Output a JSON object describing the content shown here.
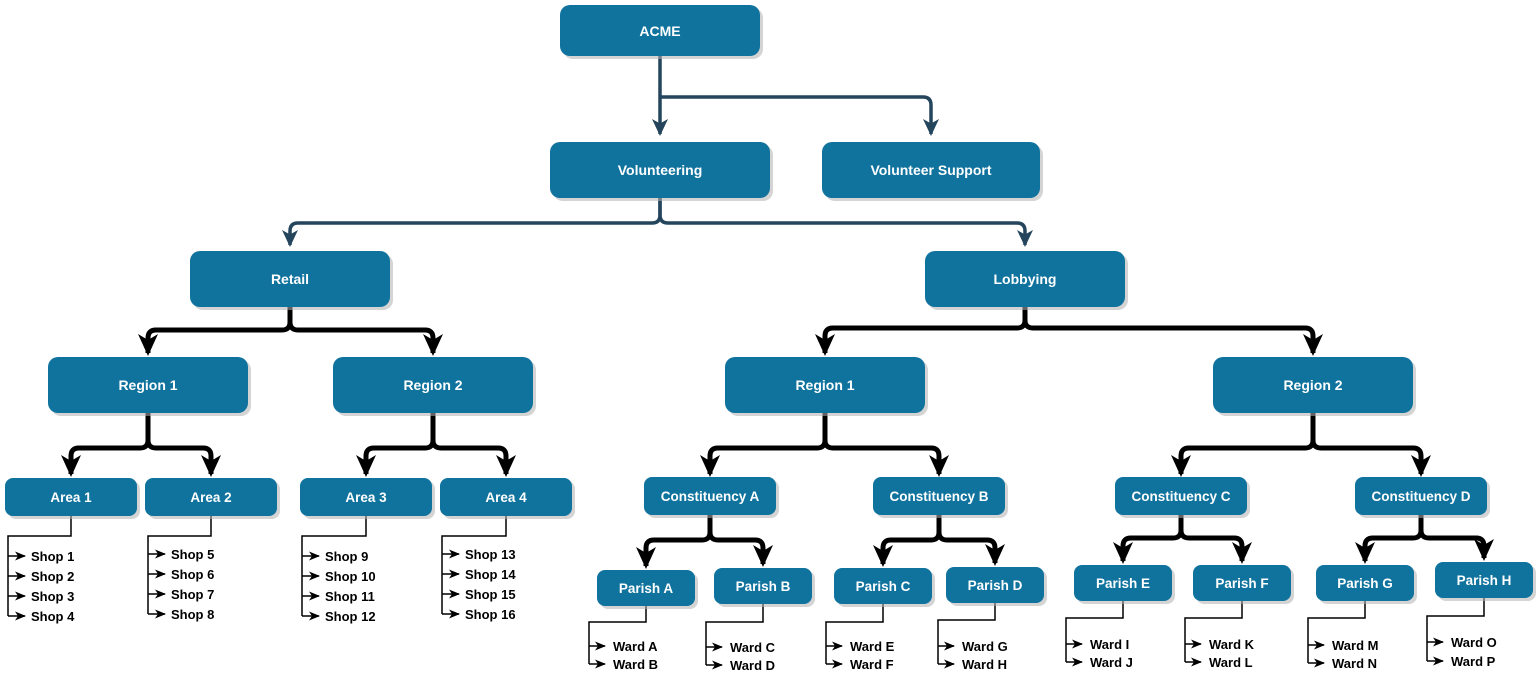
{
  "diagram": {
    "type": "org-chart",
    "background": "#ffffff",
    "colors": {
      "node_fill": "#10739e",
      "node_text": "#ffffff",
      "edge_top_levels": "#24455c",
      "edge_lower_levels": "#000000",
      "leaf_text": "#000000",
      "shadow": "#b0b0b0"
    },
    "nodes": {
      "acme": "ACME",
      "volunteering": "Volunteering",
      "volunteer_support": "Volunteer Support",
      "retail": "Retail",
      "lobbying": "Lobbying",
      "retail_region_1": "Region 1",
      "retail_region_2": "Region 2",
      "lobbying_region_1": "Region 1",
      "lobbying_region_2": "Region 2",
      "area_1": "Area 1",
      "area_2": "Area 2",
      "area_3": "Area 3",
      "area_4": "Area 4",
      "constituency_a": "Constituency A",
      "constituency_b": "Constituency B",
      "constituency_c": "Constituency C",
      "constituency_d": "Constituency D",
      "parish_a": "Parish A",
      "parish_b": "Parish B",
      "parish_c": "Parish C",
      "parish_d": "Parish D",
      "parish_e": "Parish E",
      "parish_f": "Parish F",
      "parish_g": "Parish G",
      "parish_h": "Parish H"
    },
    "leaves": {
      "area_1_shops": [
        "Shop 1",
        "Shop 2",
        "Shop 3",
        "Shop 4"
      ],
      "area_2_shops": [
        "Shop 5",
        "Shop 6",
        "Shop 7",
        "Shop 8"
      ],
      "area_3_shops": [
        "Shop 9",
        "Shop 10",
        "Shop 11",
        "Shop 12"
      ],
      "area_4_shops": [
        "Shop 13",
        "Shop 14",
        "Shop 15",
        "Shop 16"
      ],
      "parish_a_wards": [
        "Ward A",
        "Ward B"
      ],
      "parish_b_wards": [
        "Ward C",
        "Ward D"
      ],
      "parish_c_wards": [
        "Ward E",
        "Ward F"
      ],
      "parish_d_wards": [
        "Ward G",
        "Ward H"
      ],
      "parish_e_wards": [
        "Ward I",
        "Ward J"
      ],
      "parish_f_wards": [
        "Ward K",
        "Ward L"
      ],
      "parish_g_wards": [
        "Ward M",
        "Ward N"
      ],
      "parish_h_wards": [
        "Ward O",
        "Ward P"
      ]
    },
    "edges": [
      [
        "acme",
        "volunteering"
      ],
      [
        "acme",
        "volunteer_support"
      ],
      [
        "volunteering",
        "retail"
      ],
      [
        "volunteering",
        "lobbying"
      ],
      [
        "retail",
        "retail_region_1"
      ],
      [
        "retail",
        "retail_region_2"
      ],
      [
        "lobbying",
        "lobbying_region_1"
      ],
      [
        "lobbying",
        "lobbying_region_2"
      ],
      [
        "retail_region_1",
        "area_1"
      ],
      [
        "retail_region_1",
        "area_2"
      ],
      [
        "retail_region_2",
        "area_3"
      ],
      [
        "retail_region_2",
        "area_4"
      ],
      [
        "lobbying_region_1",
        "constituency_a"
      ],
      [
        "lobbying_region_1",
        "constituency_b"
      ],
      [
        "lobbying_region_2",
        "constituency_c"
      ],
      [
        "lobbying_region_2",
        "constituency_d"
      ],
      [
        "constituency_a",
        "parish_a"
      ],
      [
        "constituency_a",
        "parish_b"
      ],
      [
        "constituency_b",
        "parish_c"
      ],
      [
        "constituency_b",
        "parish_d"
      ],
      [
        "constituency_c",
        "parish_e"
      ],
      [
        "constituency_c",
        "parish_f"
      ],
      [
        "constituency_d",
        "parish_g"
      ],
      [
        "constituency_d",
        "parish_h"
      ]
    ]
  }
}
